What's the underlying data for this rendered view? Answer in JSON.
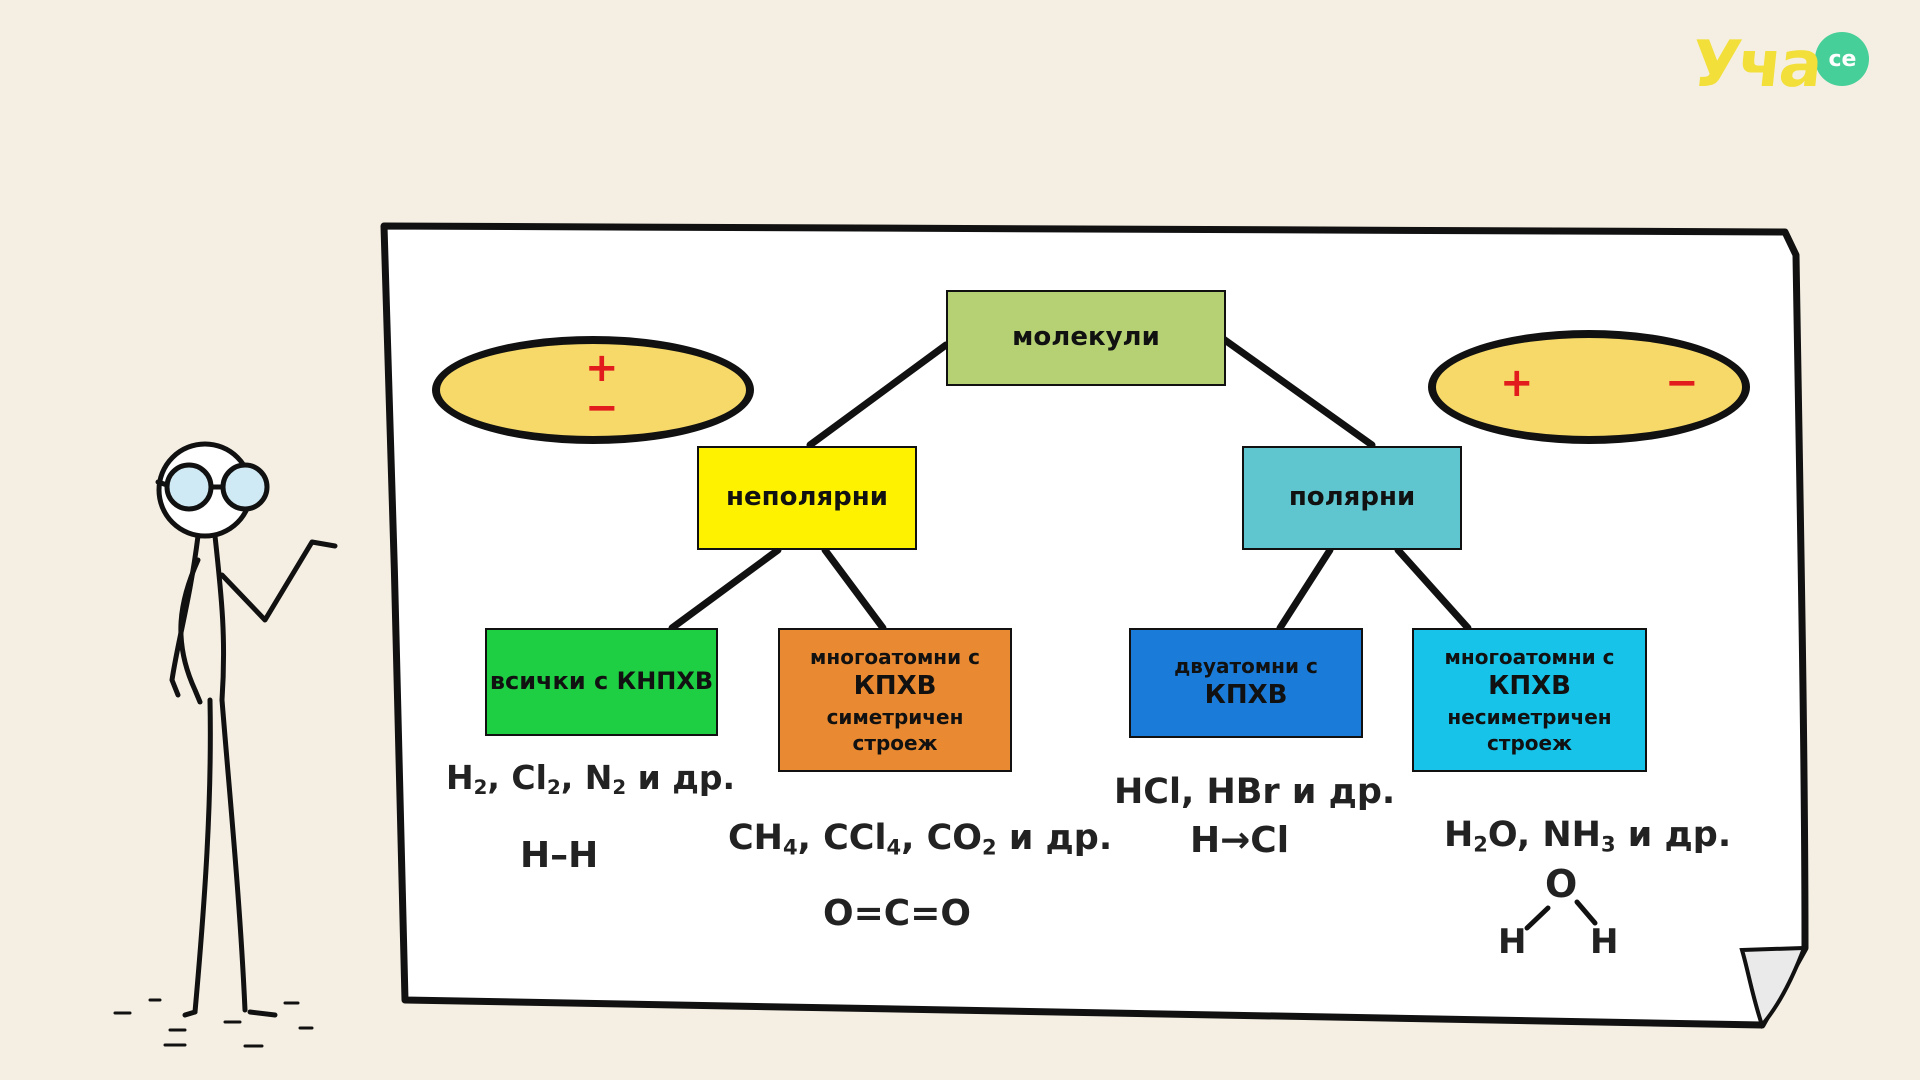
{
  "logo": {
    "text": "Уча",
    "badge": "се"
  },
  "colors": {
    "molecules": "#b5d174",
    "nonpolar": "#fef200",
    "polar": "#5fc6cf",
    "all_knphv": "#1fcf43",
    "multi_symmetric": "#e98a33",
    "diatomic": "#1a7bd8",
    "multi_asymmetric": "#18c3ea",
    "oval": "#f7d96a",
    "sign": "#e21c1c"
  },
  "diagram": {
    "root": "молекули",
    "nonpolar": "неполярни",
    "polar": "полярни",
    "nonpolar_children": [
      {
        "line1": "всички с КНПХВ"
      },
      {
        "line1": "многоатомни с",
        "line2": "КПХВ",
        "line3": "симетричен",
        "line4": "строеж"
      }
    ],
    "polar_children": [
      {
        "line1": "двуатомни с",
        "line2": "КПХВ"
      },
      {
        "line1": "многоатомни с",
        "line2": "КПХВ",
        "line3": "несиметричен",
        "line4": "строеж"
      }
    ],
    "left_oval": {
      "plus": "+",
      "minus": "−"
    },
    "right_oval": {
      "plus": "+",
      "minus": "−"
    }
  },
  "examples": {
    "all_knphv": {
      "h": "H",
      "s1": "2",
      "sep1": ", Cl",
      "s2": "2",
      "sep2": ", N",
      "s3": "2",
      "tail": " и др.",
      "bond": "H–H"
    },
    "symmetric": {
      "ch": "CH",
      "s1": "4",
      "sep1": ", CCl",
      "s2": "4",
      "sep2": ", CO",
      "s3": "2",
      "tail": " и др.",
      "bond": "O=C=O"
    },
    "diatomic": {
      "line": "HCl, HBr  и др.",
      "bond": "H→Cl"
    },
    "asymmetric": {
      "h": "H",
      "s1": "2",
      "mid": "O, NH",
      "s2": "3",
      "tail": " и др.",
      "o": "O",
      "h_left": "H",
      "h_right": "H"
    }
  }
}
